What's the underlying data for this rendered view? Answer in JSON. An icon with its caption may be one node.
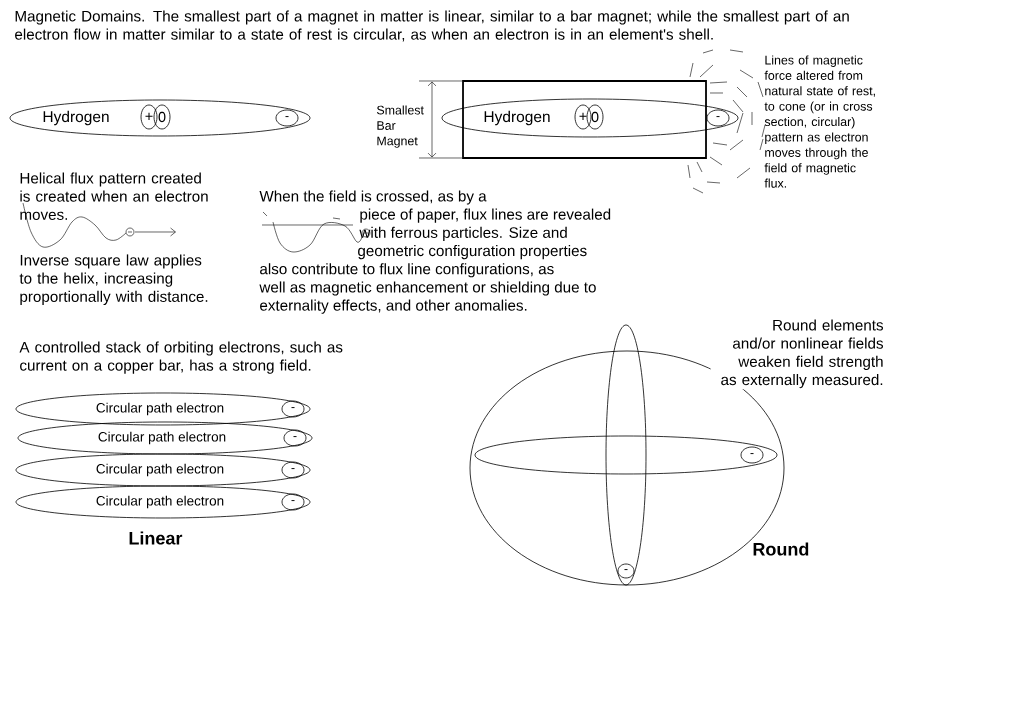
{
  "diagram": {
    "nodes": [
      {
        "text": [
          "Hydrogen"
        ]
      },
      {
        "text": [
          "+"
        ],
        "in": 0
      },
      {
        "text": [
          "0"
        ],
        "in": 0
      },
      {
        "text": [
          "-"
        ],
        "in": 0
      },
      {
        "text": [],
        "shape": "box"
      },
      {
        "text": [
          "Hydrogen"
        ]
      },
      {
        "text": [
          "+"
        ],
        "in": 5
      },
      {
        "text": [
          "0"
        ],
        "in": 5
      },
      {
        "text": [
          "-"
        ],
        "in": 5
      },
      {
        "text": [
          "Circular path electron"
        ]
      },
      {
        "text": [
          "-"
        ],
        "in": 9
      },
      {
        "text": [
          "Circular path electron"
        ]
      },
      {
        "text": [
          "-"
        ],
        "in": 11
      },
      {
        "text": [
          "Circular path electron"
        ]
      },
      {
        "text": [
          "-"
        ],
        "in": 13
      },
      {
        "text": [
          "Circular path electron"
        ]
      },
      {
        "text": [
          "-"
        ],
        "in": 15
      },
      {
        "text": [],
        "shape": "circle"
      },
      {
        "text": [],
        "shape": "ellipse",
        "in": 17
      },
      {
        "text": [
          "-"
        ],
        "in": 18
      },
      {
        "text": [],
        "shape": "ellipse",
        "in": 17
      },
      {
        "text": [
          "-"
        ],
        "in": 20
      }
    ],
    "labels": [
      "Magnetic Domains.  The smallest part of a magnet in matter is linear, similar to a bar magnet; while the smallest part of an electron flow in matter similar to a state of rest is circular, as when an electron is in an element's shell.",
      "Smallest Bar Magnet",
      "Lines of magnetic force altered from natural state of rest, to cone (or in cross section, circular) pattern as electron moves through the field of magnetic flux.",
      "Helical flux pattern created is created when an electron moves.",
      "When the field is crossed, as by a piece of paper, flux lines are revealed with ferrous particles.  Size and geometric configuration properties also contribute to flux line configurations, as well as magnetic enhancement or shielding due to externality effects, and other anomalies.",
      "Inverse square law applies to the helix, increasing proportionally with distance.",
      "A controlled stack of orbiting electrons, such as current on a copper bar, has a strong field.",
      "Round elements and/or nonlinear fields weaken field strength as externally measured.",
      "Linear",
      "Round"
    ]
  }
}
